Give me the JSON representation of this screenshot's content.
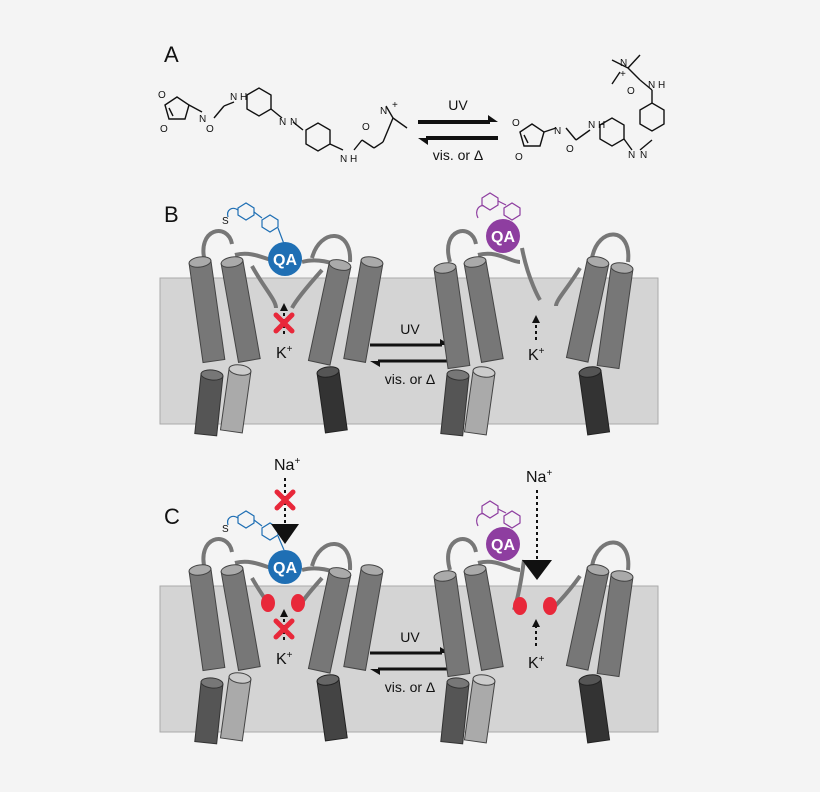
{
  "panels": [
    {
      "letter": "A"
    },
    {
      "letter": "B"
    },
    {
      "letter": "C"
    }
  ],
  "arrows": {
    "forward_label": "UV",
    "reverse_label": "vis. or Δ"
  },
  "ligand": {
    "name": "QA",
    "trans_color": "#1f6fb4",
    "cis_color": "#8e3ea0"
  },
  "ions": {
    "potassium": "K",
    "potassium_charge": "+",
    "sodium": "Na",
    "sodium_charge": "+"
  },
  "atoms": {
    "oxygen": "O",
    "nitrogen": "N",
    "nh": "N H",
    "sulfur": "S",
    "plus": "+"
  },
  "colors": {
    "membrane": "#d4d4d4",
    "block_mark": "#e8283a",
    "sodium_site": "#e8283a",
    "background": "#f4f4f4"
  }
}
